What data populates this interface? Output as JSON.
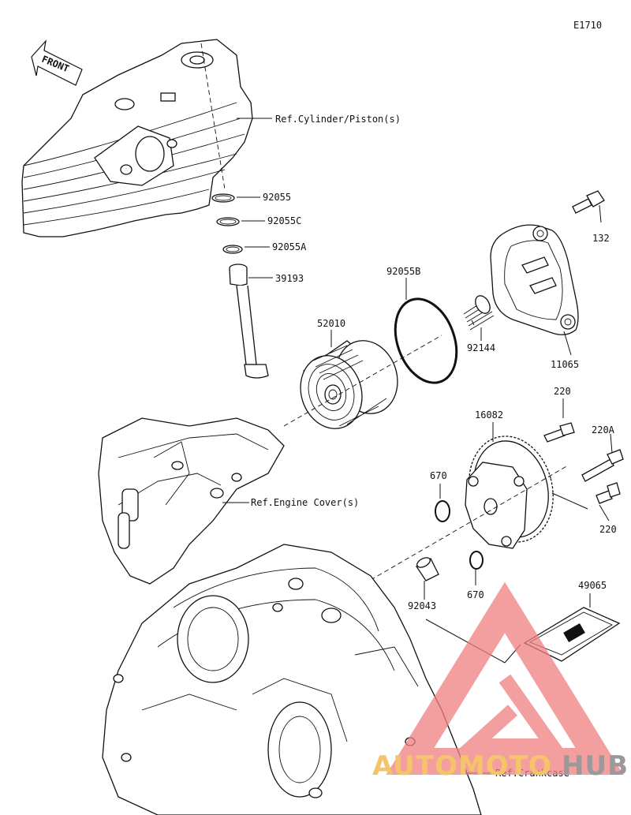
{
  "diagram_code": "E1710",
  "front_label": "FRONT",
  "callouts": [
    {
      "id": "ref-cylinder",
      "text": "Ref.Cylinder/Piston(s)"
    },
    {
      "id": "92055",
      "text": "92055"
    },
    {
      "id": "92055C",
      "text": "92055C"
    },
    {
      "id": "92055A",
      "text": "92055A"
    },
    {
      "id": "39193",
      "text": "39193"
    },
    {
      "id": "92055B",
      "text": "92055B"
    },
    {
      "id": "52010",
      "text": "52010"
    },
    {
      "id": "92144",
      "text": "92144"
    },
    {
      "id": "132",
      "text": "132"
    },
    {
      "id": "11065",
      "text": "11065"
    },
    {
      "id": "220-top",
      "text": "220"
    },
    {
      "id": "16082",
      "text": "16082"
    },
    {
      "id": "220A",
      "text": "220A"
    },
    {
      "id": "670-left",
      "text": "670"
    },
    {
      "id": "ref-engine-cover",
      "text": "Ref.Engine Cover(s)"
    },
    {
      "id": "220-bottom",
      "text": "220"
    },
    {
      "id": "92043",
      "text": "92043"
    },
    {
      "id": "670-bottom",
      "text": "670"
    },
    {
      "id": "49065",
      "text": "49065"
    },
    {
      "id": "ref-crankcase",
      "text": "Ref.Crankcase"
    }
  ],
  "watermark": {
    "part1": "AUTOMOTO",
    "part2": "HUB",
    "color_part1": "#f5c46a",
    "color_part2": "#9a9a9a",
    "logo_color": "#f08080"
  }
}
